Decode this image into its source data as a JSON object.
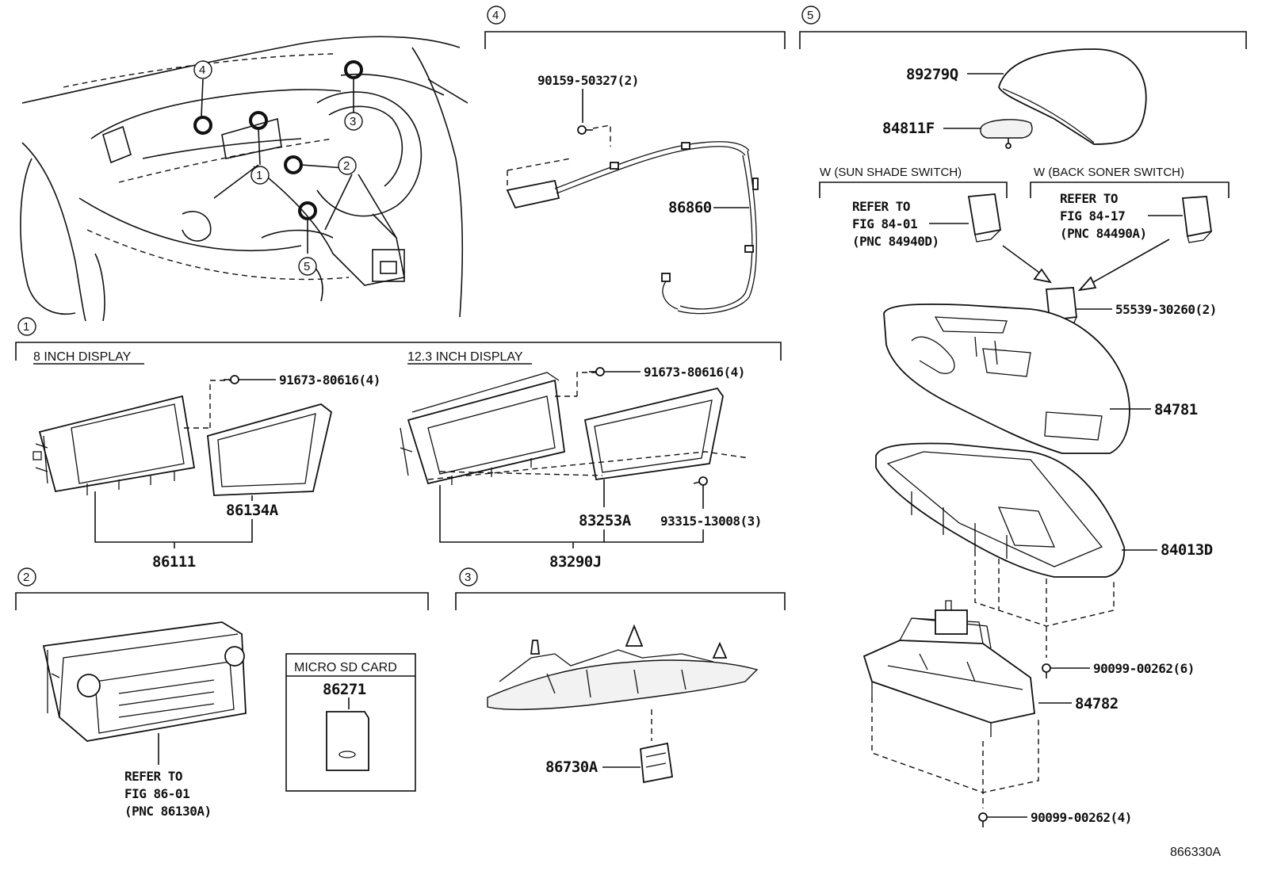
{
  "diagram": {
    "section_numbers": [
      "1",
      "2",
      "3",
      "4",
      "5"
    ],
    "section1": {
      "label_8in": "8 INCH DISPLAY",
      "label_12in": "12.3 INCH DISPLAY",
      "screw_8in": "91673-80616(4)",
      "screw_12in": "91673-80616(4)",
      "bezel_8in": "86134A",
      "display_8in": "86111",
      "bezel_12in": "83253A",
      "screw_12in_bottom": "93315-13008(3)",
      "display_12in": "83290J"
    },
    "section2": {
      "refer_line1": "REFER TO",
      "refer_line2": "FIG 86-01",
      "refer_line3": "(PNC 86130A)",
      "sd_box_title": "MICRO SD CARD",
      "sd_part": "86271"
    },
    "section3": {
      "part": "86730A"
    },
    "section4": {
      "screw": "90159-50327(2)",
      "part": "86860"
    },
    "section5": {
      "lid": "89279Q",
      "knob": "84811F",
      "w_sun_shade": "W (SUN SHADE SWITCH)",
      "w_back_soner": "W (BACK SONER SWITCH)",
      "refer_a_1": "REFER TO",
      "refer_a_2": "FIG 84-01",
      "refer_a_3": "(PNC 84940D)",
      "refer_b_1": "REFER TO",
      "refer_b_2": "FIG 84-17",
      "refer_b_3": "(PNC 84490A)",
      "switch": "55539-30260(2)",
      "panel": "84781",
      "box": "84013D",
      "screw_6": "90099-00262(6)",
      "unit": "84782",
      "screw_4": "90099-00262(4)"
    },
    "overview_callouts": [
      "4",
      "3",
      "1",
      "2",
      "5"
    ],
    "figure_code": "866330A"
  }
}
